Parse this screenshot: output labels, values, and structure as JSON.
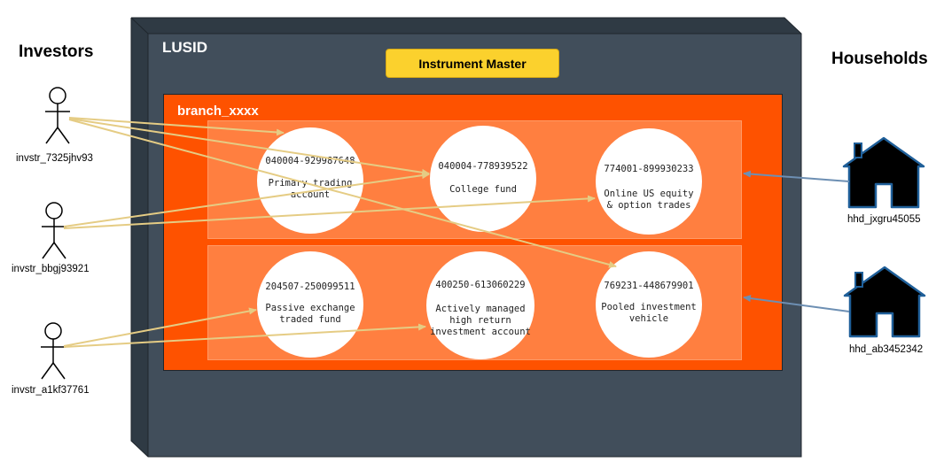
{
  "platform": {
    "title": "LUSID"
  },
  "instrument_master": {
    "label": "Instrument Master"
  },
  "branch": {
    "title": "branch_xxxx"
  },
  "investors": {
    "heading": "Investors",
    "items": [
      {
        "id": "invstr_7325jhv93"
      },
      {
        "id": "invstr_bbgj93921"
      },
      {
        "id": "invstr_a1kf37761"
      }
    ]
  },
  "households": {
    "heading": "Households",
    "items": [
      {
        "id": "hhd_jxgru45055"
      },
      {
        "id": "hhd_ab3452342"
      }
    ]
  },
  "accounts": [
    {
      "id": "040004-929987648",
      "name": "Primary trading account"
    },
    {
      "id": "040004-778939522",
      "name": "College fund"
    },
    {
      "id": "774001-899930233",
      "name": "Online US equity & option trades"
    },
    {
      "id": "204507-250099511",
      "name": "Passive exchange traded fund"
    },
    {
      "id": "400250-613060229",
      "name": "Actively managed high return investment account"
    },
    {
      "id": "769231-448679901",
      "name": "Pooled investment vehicle"
    }
  ],
  "colors": {
    "platform_front": "#414e5b",
    "platform_side": "#2f3a44",
    "branch": "#fe5200",
    "household_group": "#ff7f40",
    "instrument_master": "#fbd12d",
    "investor_link": "#e5cc84",
    "household_link": "#6d8fb3"
  },
  "icons": {
    "investor": "person-icon",
    "household": "house-icon"
  }
}
